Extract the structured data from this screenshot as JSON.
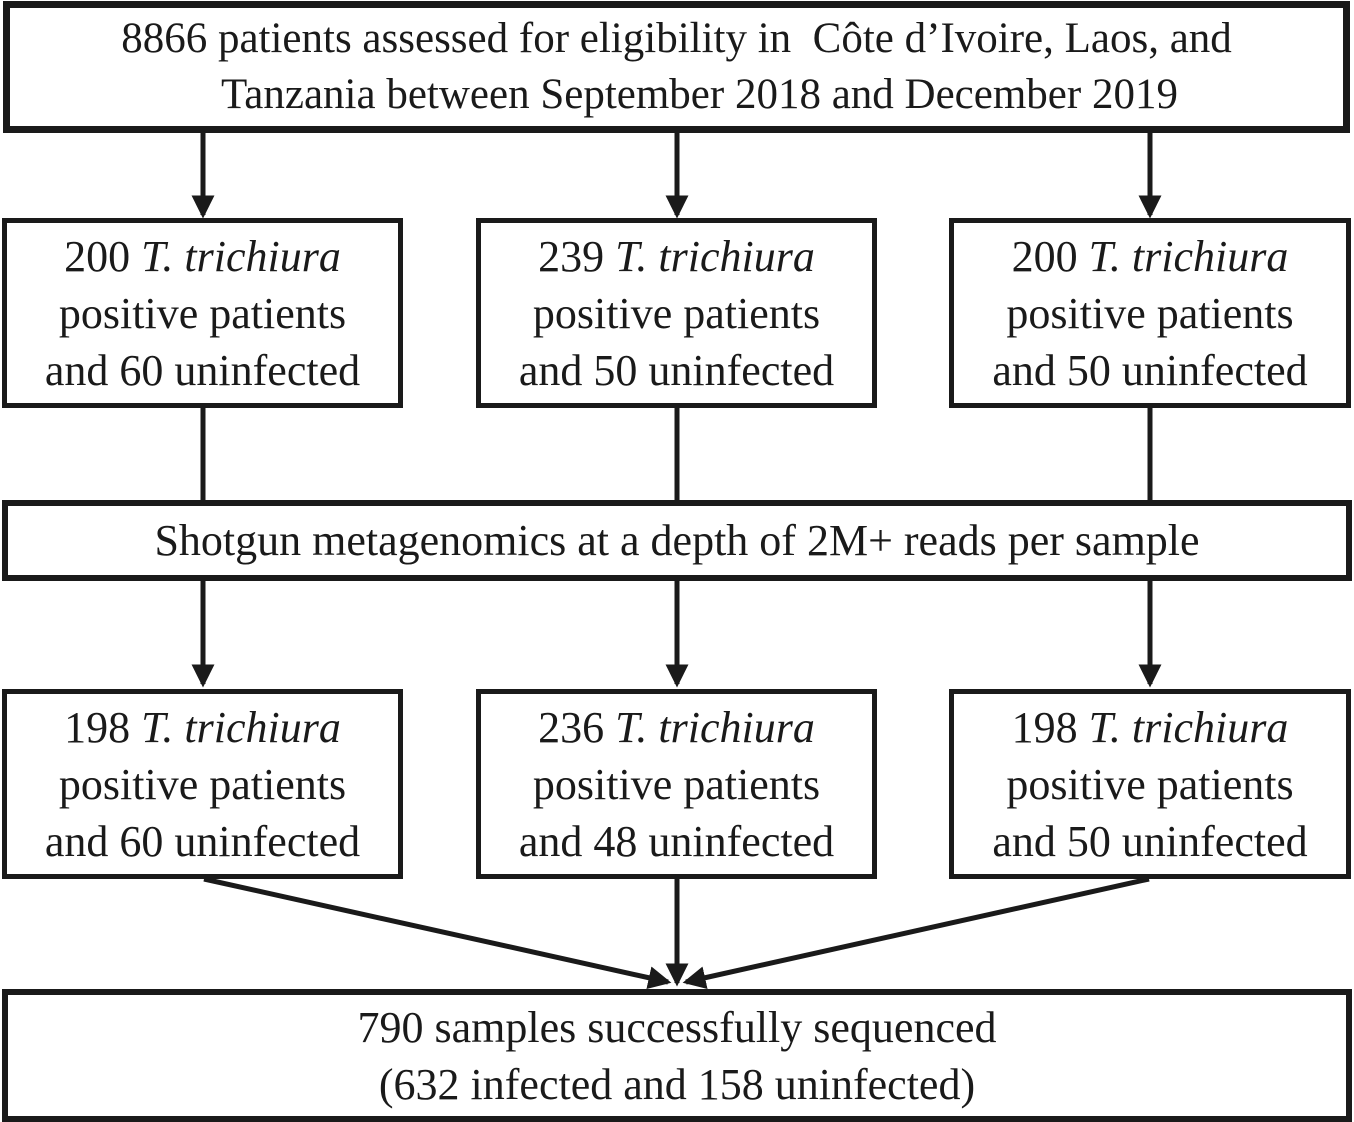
{
  "colors": {
    "ink": "#1a1a1a",
    "paper": "#ffffff"
  },
  "eligibility_box": {
    "line1": "8866 patients assessed for eligibility in  Côte d’Ivoire, Laos, and",
    "line2": "Tanzania between September 2018 and December 2019"
  },
  "enrolled": {
    "boxes": [
      {
        "count": "200 ",
        "species": "T. trichiura",
        "line2": "positive patients",
        "line3": "and 60 uninfected"
      },
      {
        "count": "239 ",
        "species": "T. trichiura",
        "line2": "positive patients",
        "line3": "and 50 uninfected"
      },
      {
        "count": "200 ",
        "species": "T. trichiura",
        "line2": "positive patients",
        "line3": "and 50 uninfected"
      }
    ]
  },
  "process_box": {
    "label": "Shotgun metagenomics at a depth of 2M+ reads per sample"
  },
  "sequenced": {
    "boxes": [
      {
        "count": "198 ",
        "species": "T. trichiura",
        "line2": "positive patients",
        "line3": "and 60 uninfected"
      },
      {
        "count": "236 ",
        "species": "T. trichiura",
        "line2": "positive patients",
        "line3": "and 48 uninfected"
      },
      {
        "count": "198 ",
        "species": "T. trichiura",
        "line2": "positive patients",
        "line3": "and 50 uninfected"
      }
    ]
  },
  "result_box": {
    "line1": "790 samples successfully sequenced",
    "line2": "(632 infected and 158 uninfected)"
  }
}
